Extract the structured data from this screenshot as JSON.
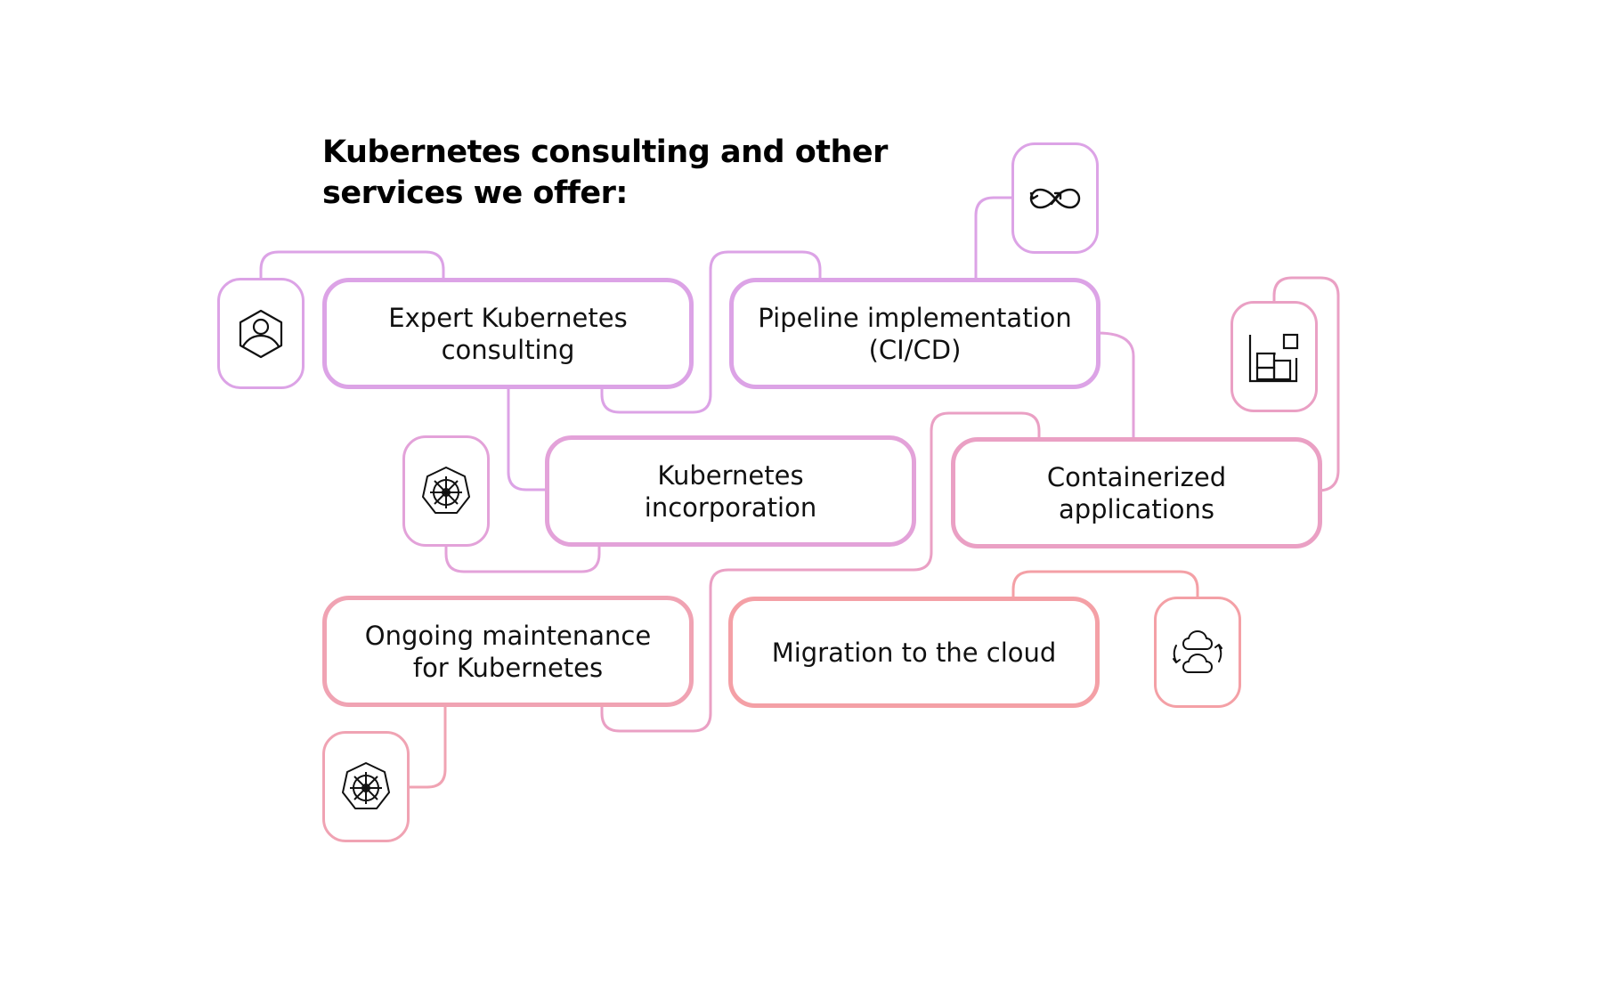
{
  "title_line1": "Kubernetes consulting and other",
  "title_line2": "services we offer:",
  "services": {
    "expert_consulting": {
      "line1": "Expert Kubernetes",
      "line2": "consulting"
    },
    "pipeline": {
      "line1": "Pipeline implementation",
      "line2": "(CI/CD)"
    },
    "incorporation": {
      "line1": "Kubernetes",
      "line2": "incorporation"
    },
    "containerized": {
      "line1": "Containerized",
      "line2": "applications"
    },
    "maintenance": {
      "line1": "Ongoing maintenance",
      "line2": "for Kubernetes"
    },
    "migration": {
      "line1": "Migration to the cloud"
    }
  },
  "icons": {
    "consulting": "user-hexagon-icon",
    "pipeline": "infinity-loop-icon",
    "incorporation": "kubernetes-helm-icon",
    "containerized": "container-blocks-icon",
    "maintenance": "kubernetes-helm-icon",
    "migration": "cloud-sync-icon"
  },
  "colors": {
    "purple": "#d9a0e8",
    "lavender": "#dca3e6",
    "orchid": "#e3a2d9",
    "pink": "#eaa0c4",
    "rose": "#f0a3b3",
    "coral": "#f4a0a6",
    "text": "#111111"
  }
}
